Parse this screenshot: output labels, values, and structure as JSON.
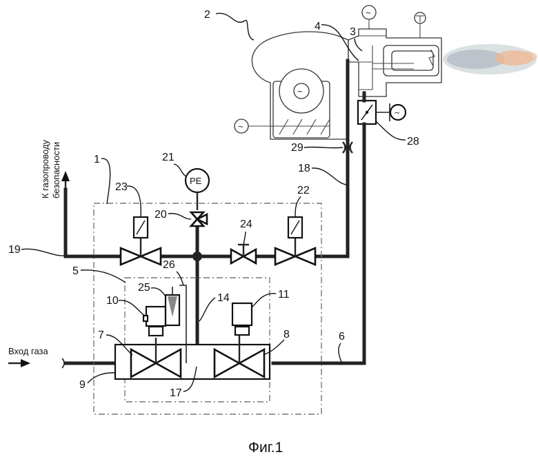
{
  "figure": {
    "caption": "Фиг.1",
    "gas_inlet_label": "Вход газа",
    "safety_line_label": "К газопроводу безопасности",
    "sensor_label": "PE",
    "sine_symbol": "~"
  },
  "labels": {
    "n1": "1",
    "n2": "2",
    "n3": "3",
    "n4": "4",
    "n5": "5",
    "n6": "6",
    "n7": "7",
    "n8": "8",
    "n9": "9",
    "n10": "10",
    "n11": "11",
    "n14": "14",
    "n17": "17",
    "n18": "18",
    "n19": "19",
    "n20": "20",
    "n21": "21",
    "n22": "22",
    "n23": "23",
    "n24": "24",
    "n25": "25",
    "n26": "26",
    "n28": "28",
    "n29": "29"
  },
  "colors": {
    "line": "#222222",
    "dashed_frame": "#777777",
    "flame_core": "#c9cfd6",
    "flame_tip": "#f2b38a"
  }
}
